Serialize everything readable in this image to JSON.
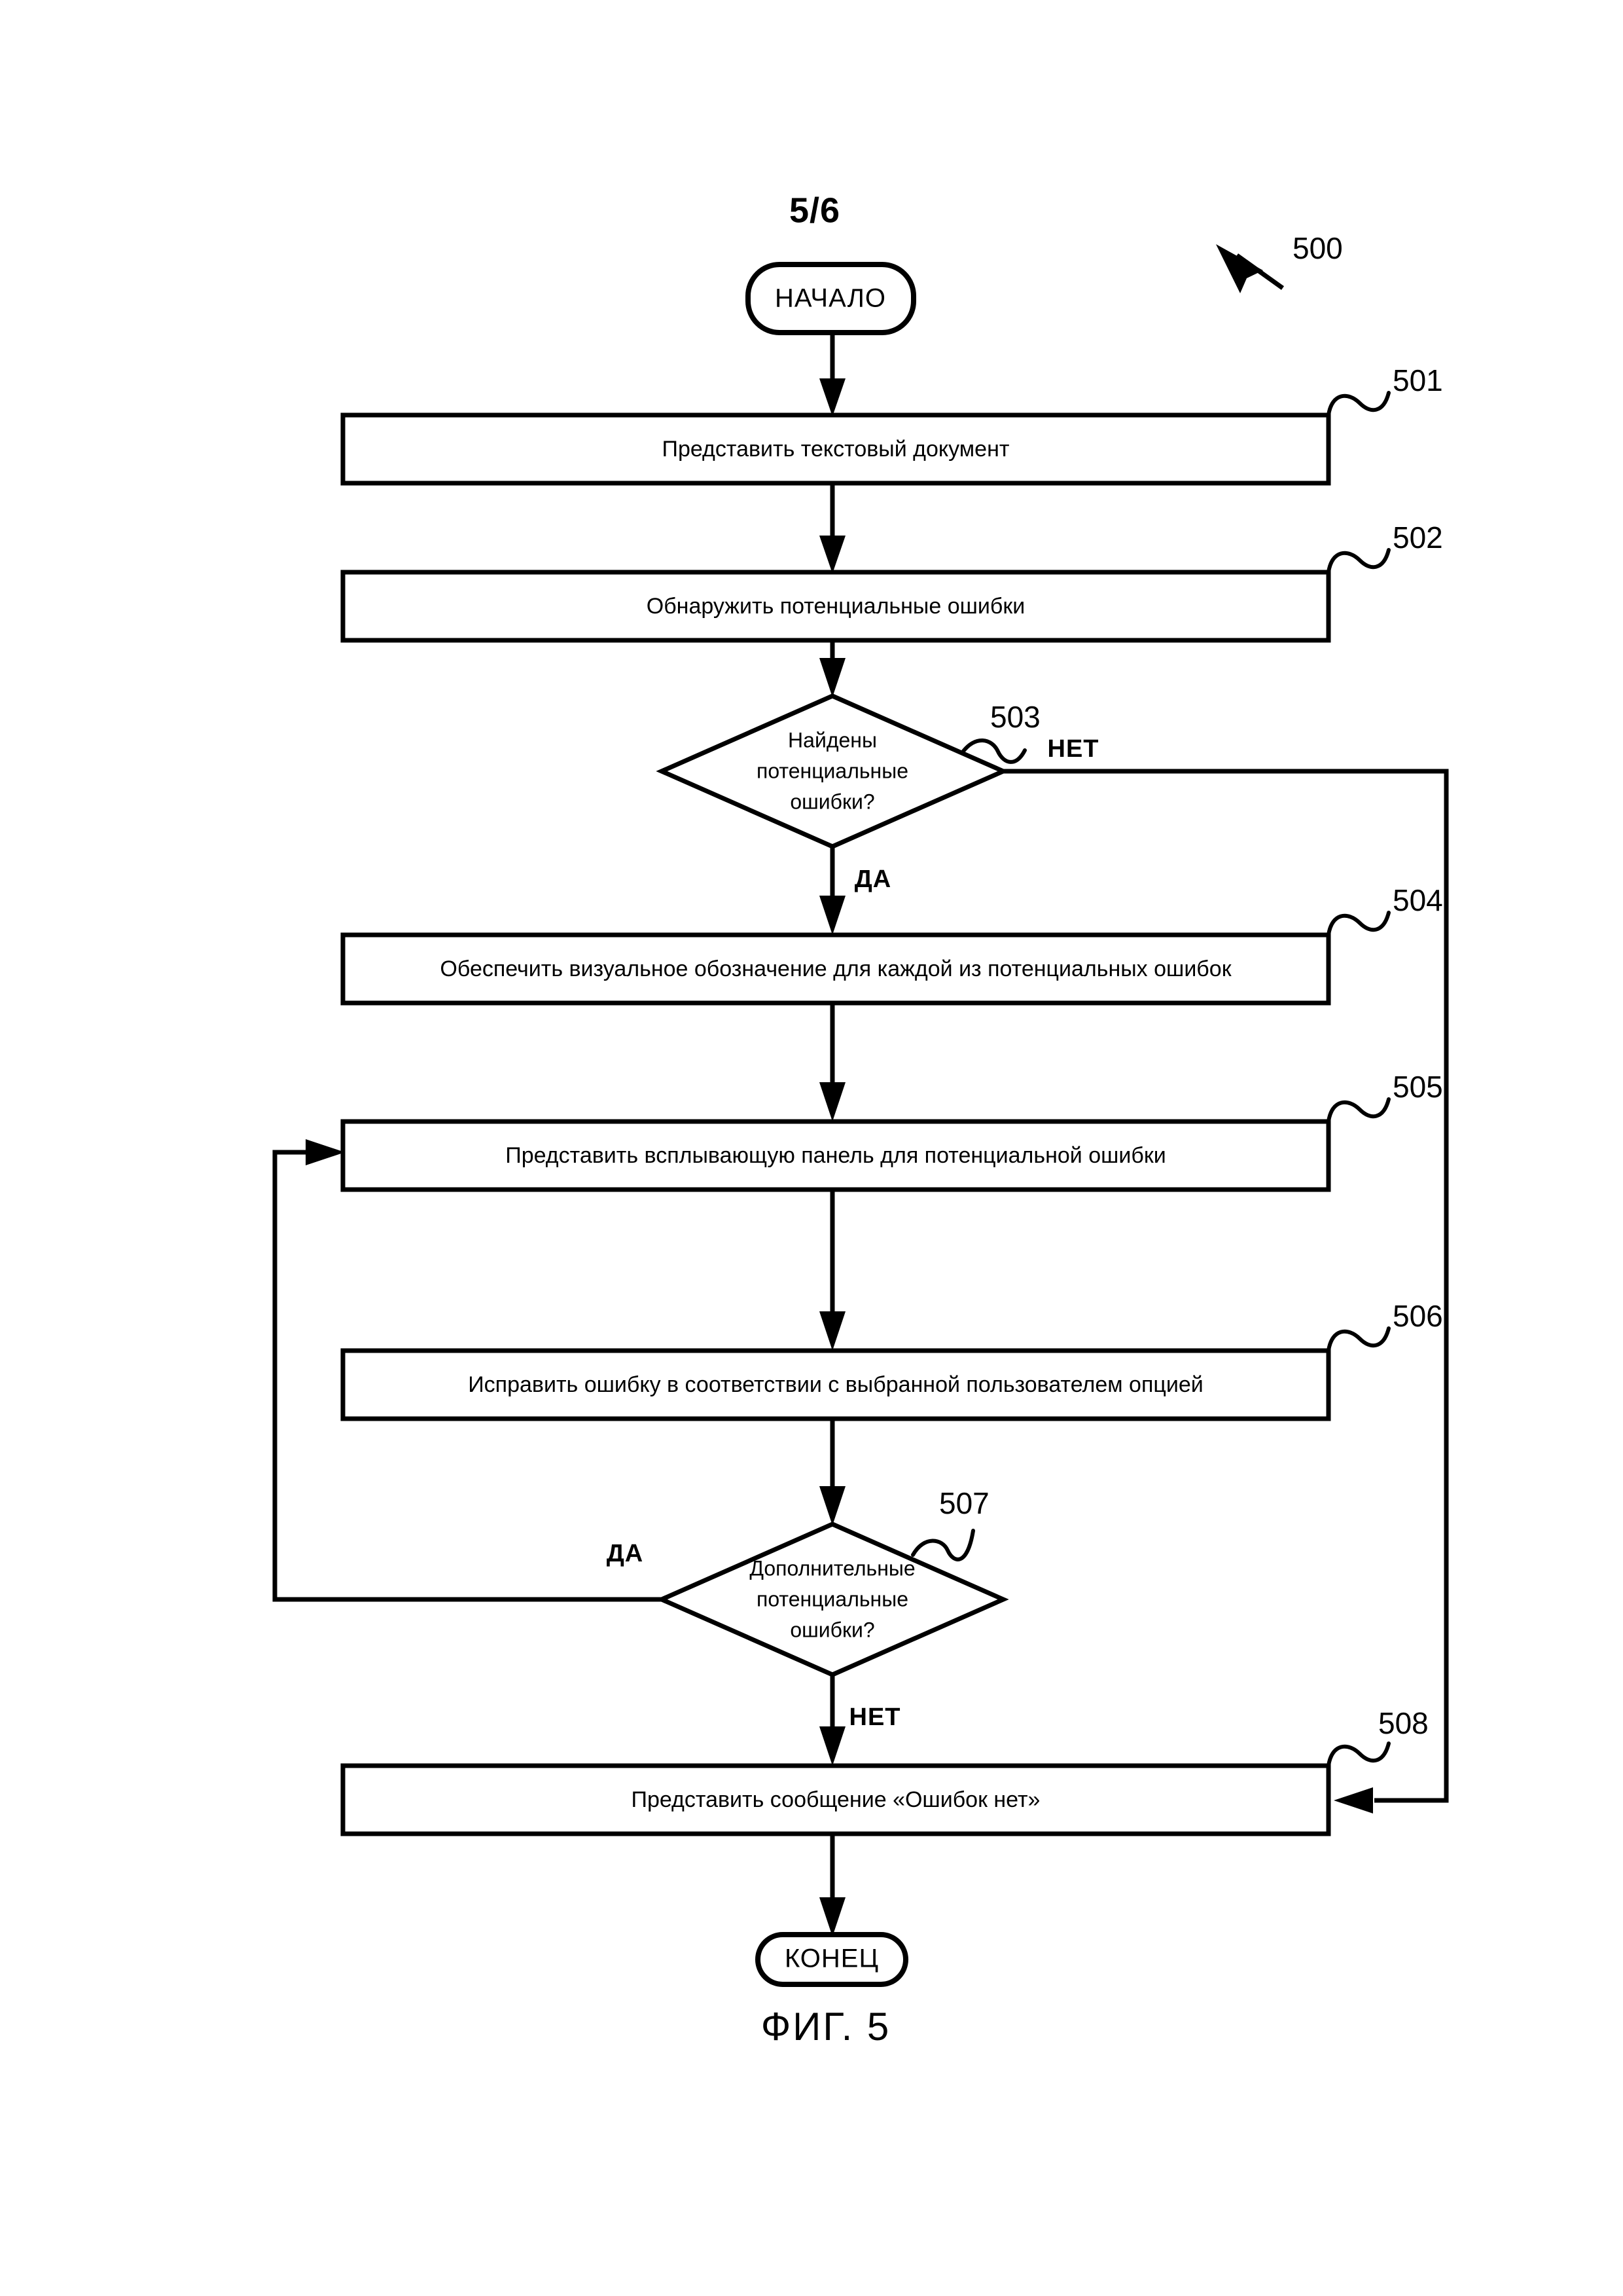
{
  "page": {
    "page_number": "5/6",
    "figure_caption": "ФИГ. 5",
    "diagram_ref": "500"
  },
  "flowchart": {
    "start_terminal": {
      "label": "НАЧАЛО"
    },
    "end_terminal": {
      "label": "КОНЕЦ"
    },
    "steps": [
      {
        "ref": "501",
        "label": "Представить текстовый документ",
        "type": "process"
      },
      {
        "ref": "502",
        "label": "Обнаружить потенциальные ошибки",
        "type": "process"
      },
      {
        "ref": "503",
        "label": "Найдены потенциальные ошибки?",
        "type": "decision",
        "line1": "Найдены",
        "line2": "потенциальные",
        "line3": "ошибки?"
      },
      {
        "ref": "504",
        "label": "Обеспечить визуальное обозначение для каждой из потенциальных ошибок",
        "type": "process"
      },
      {
        "ref": "505",
        "label": "Представить всплывающую панель для потенциальной ошибки",
        "type": "process"
      },
      {
        "ref": "506",
        "label": "Исправить ошибку в соответствии с выбранной пользователем опцией",
        "type": "process"
      },
      {
        "ref": "507",
        "label": "Дополнительные потенциальные ошибки?",
        "type": "decision",
        "line1": "Дополнительные",
        "line2": "потенциальные",
        "line3": "ошибки?"
      },
      {
        "ref": "508",
        "label": "Представить сообщение «Ошибок нет»",
        "type": "process"
      }
    ],
    "branch_labels": {
      "d503_no": "НЕТ",
      "d503_yes": "ДА",
      "d507_yes": "ДА",
      "d507_no": "НЕТ"
    }
  },
  "colors": {
    "ink": "#000000",
    "paper": "#ffffff"
  }
}
